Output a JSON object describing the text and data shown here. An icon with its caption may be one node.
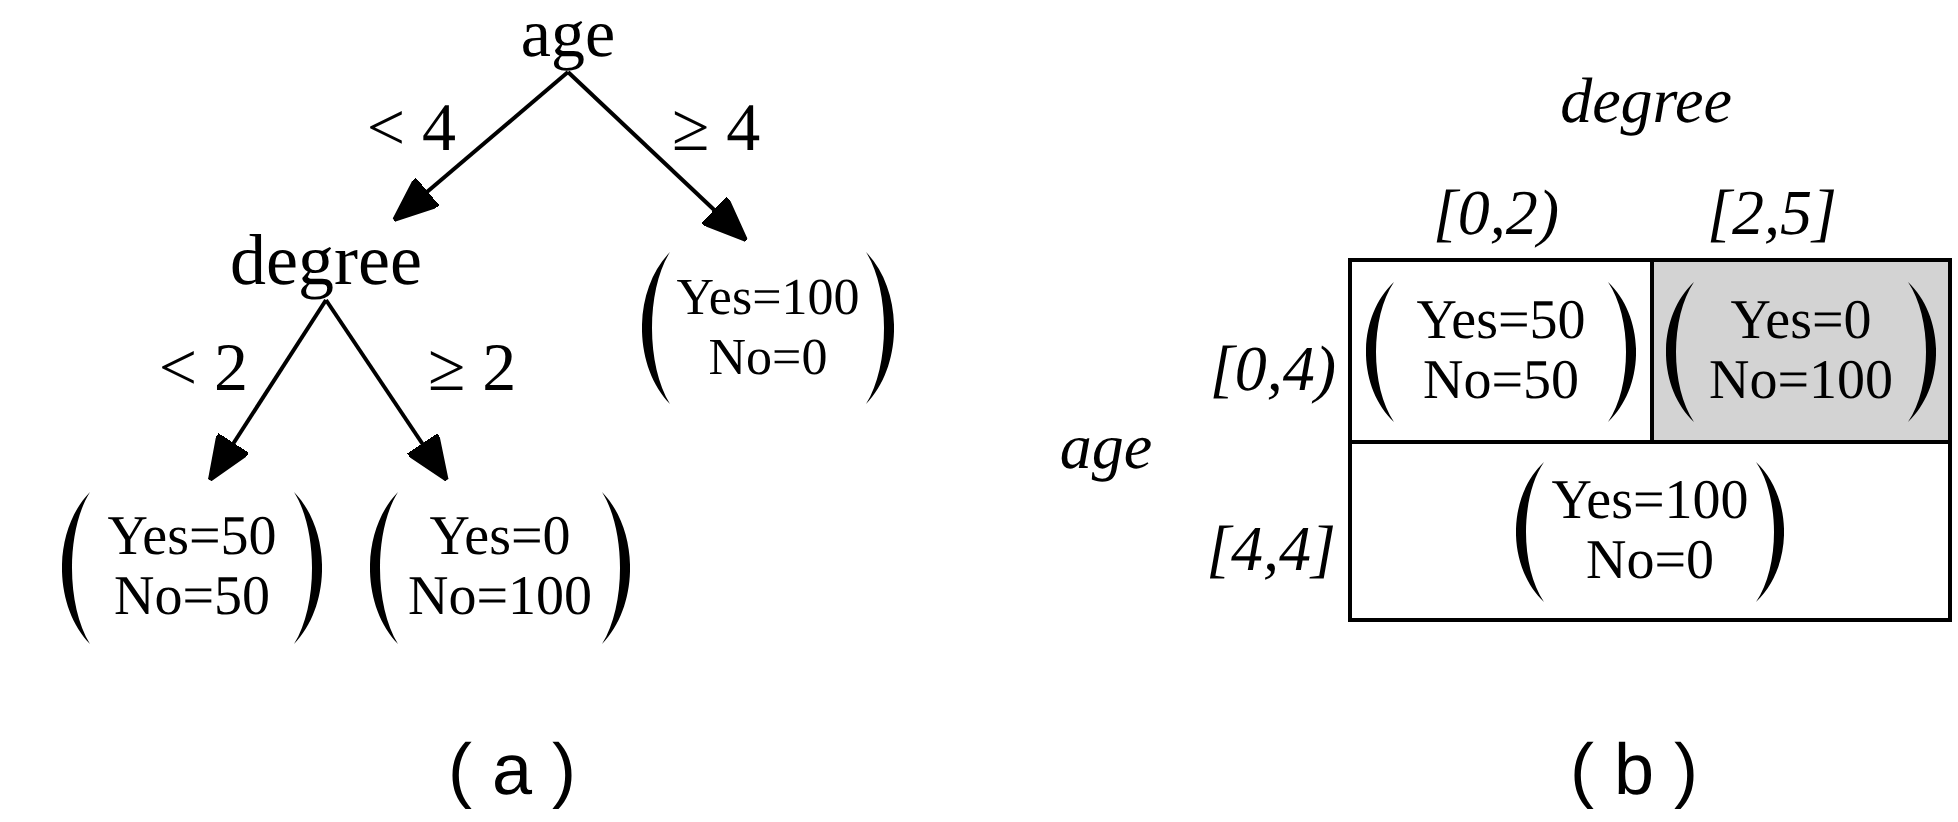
{
  "diagram": {
    "nodes": [
      {
        "text": [
          "age"
        ]
      },
      {
        "text": [
          "degree"
        ]
      },
      {
        "text": [
          "Yes=100",
          "No=0"
        ]
      },
      {
        "text": [
          "Yes=50",
          "No=50"
        ]
      },
      {
        "text": [
          "Yes=0",
          "No=100"
        ]
      },
      {
        "text": [
          "Yes=50",
          "No=50"
        ]
      },
      {
        "text": [
          "Yes=0",
          "No=100"
        ]
      },
      {
        "text": [
          "Yes=100",
          "No=0"
        ]
      }
    ],
    "edges": [
      {
        "from": 0,
        "to": 1,
        "arrow": "to",
        "label": "< 4"
      },
      {
        "from": 0,
        "to": 2,
        "arrow": "to",
        "label": "≥ 4"
      },
      {
        "from": 1,
        "to": 3,
        "arrow": "to",
        "label": "< 2"
      },
      {
        "from": 1,
        "to": 4,
        "arrow": "to",
        "label": "≥ 2"
      }
    ],
    "labels": [
      "degree",
      "[0,2)",
      "[2,5]",
      "[0,4)",
      "age",
      "[4,4]",
      "( a )",
      "( b )"
    ]
  }
}
